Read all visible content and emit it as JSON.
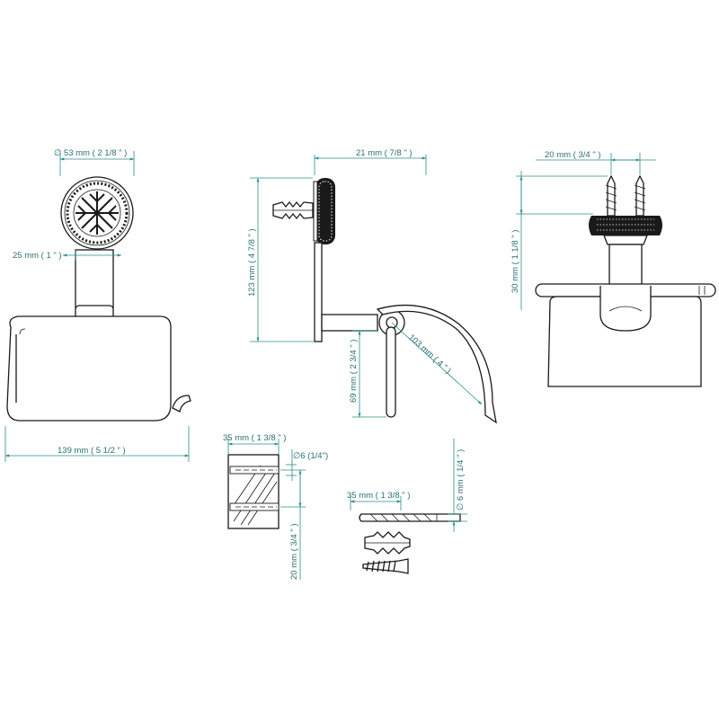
{
  "front_view": {
    "rosette_diameter": "∅ 53 mm ( 2 1/8 \" )",
    "arm_width": "25 mm ( 1 \" )",
    "overall_width": "139 mm ( 5 1/2 \" )"
  },
  "side_view": {
    "projection": "21 mm ( 7/8 \" )",
    "height": "123 mm ( 4 7/8 \" )",
    "arm_length": "69 mm ( 2 3/4 \" )",
    "flap_radius": "103 mm ( 4 \" )"
  },
  "back_view": {
    "anchor_spacing": "20 mm ( 3/4 \" )",
    "anchor_height": "30 mm ( 1 1/8 \" )"
  },
  "drill_block": {
    "depth": "35 mm ( 1 3/8 \" )",
    "drill_diameter": "∅6 (1/4\")",
    "spacing": "20 mm ( 3/4 \" )"
  },
  "hardware": {
    "drill_length": "35 mm ( 1 3/8 \" )",
    "drill_diameter": "∅ 6 mm ( 1/4 \" )"
  }
}
